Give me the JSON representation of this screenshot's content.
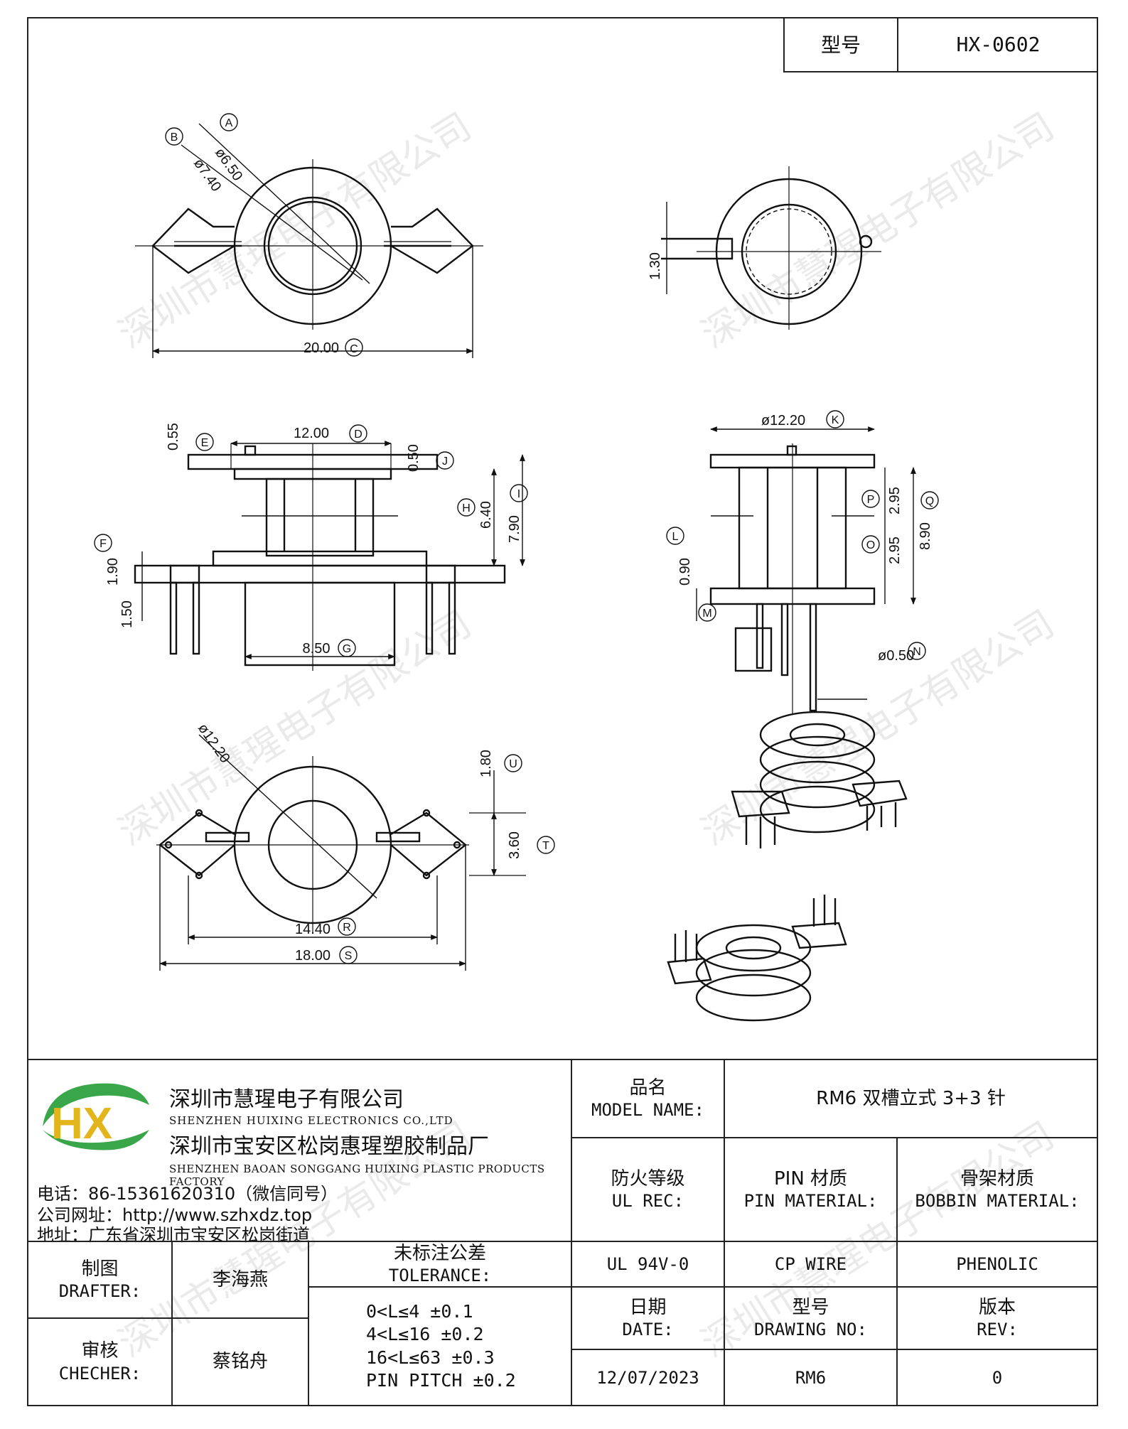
{
  "header": {
    "model_label": "型号",
    "model_value": "HX-0602"
  },
  "watermark": "深圳市慧瑆电子有限公司",
  "drawing": {
    "dims": {
      "A": "A",
      "B": "B",
      "C": "C",
      "D": "D",
      "E": "E",
      "F": "F",
      "G": "G",
      "H": "H",
      "I": "I",
      "J": "J",
      "K": "K",
      "L": "L",
      "M": "M",
      "N": "N",
      "O": "O",
      "P": "P",
      "Q": "Q",
      "R": "R",
      "S": "S",
      "T": "T",
      "U": "U",
      "d650": "ø6.50",
      "d740": "ø7.40",
      "w2000": "20.00",
      "h130": "1.30",
      "w1200": "12.00",
      "t055": "0.55",
      "t050": "0.50",
      "h640": "6.40",
      "h790": "7.90",
      "h190": "1.90",
      "h150": "1.50",
      "w850": "8.50",
      "d1220": "ø12.20",
      "h295a": "2.95",
      "h295b": "2.95",
      "h890": "8.90",
      "h090": "0.90",
      "d050": "ø0.50",
      "d1220b": "ø12.20",
      "h180": "1.80",
      "h360": "3.60",
      "w1440": "14.40",
      "w1800": "18.00"
    }
  },
  "company": {
    "name_cn": "深圳市慧瑆电子有限公司",
    "name_en": "SHENZHEN HUIXING ELECTRONICS CO.,LTD",
    "factory_cn": "深圳市宝安区松岗惠瑆塑胶制品厂",
    "factory_en": "SHENZHEN BAOAN SONGGANG HUIXING PLASTIC PRODUCTS FACTORY",
    "phone": "电话：86-15361620310（微信同号）",
    "website": "公司网址：http://www.szhxdz.top",
    "address": "地址：广东省深圳市宝安区松岗街道",
    "logo_text": "HX"
  },
  "title_block": {
    "model_name_cn": "品名",
    "model_name_en": "MODEL NAME:",
    "model_name_value": "RM6 双槽立式 3+3 针",
    "ul_cn": "防火等级",
    "ul_en": "UL REC:",
    "pin_cn": "PIN 材质",
    "pin_en": "PIN MATERIAL:",
    "bobbin_cn": "骨架材质",
    "bobbin_en": "BOBBIN MATERIAL:",
    "ul_value": "UL 94V-0",
    "pin_value": "CP WIRE",
    "bobbin_value": "PHENOLIC",
    "drafter_cn": "制图",
    "drafter_en": "DRAFTER:",
    "drafter_name": "李海燕",
    "checker_cn": "审核",
    "checker_en": "CHECHER:",
    "checker_name": "蔡铭舟",
    "tolerance_cn": "未标注公差",
    "tolerance_en": "TOLERANCE:",
    "tolerances": [
      "0<L≤4  ±0.1",
      "4<L≤16  ±0.2",
      "16<L≤63  ±0.3",
      "PIN PITCH  ±0.2"
    ],
    "date_cn": "日期",
    "date_en": "DATE:",
    "date_value": "12/07/2023",
    "dwg_cn": "型号",
    "dwg_en": "DRAWING NO:",
    "dwg_value": "RM6",
    "rev_cn": "版本",
    "rev_en": "REV:",
    "rev_value": "0"
  }
}
